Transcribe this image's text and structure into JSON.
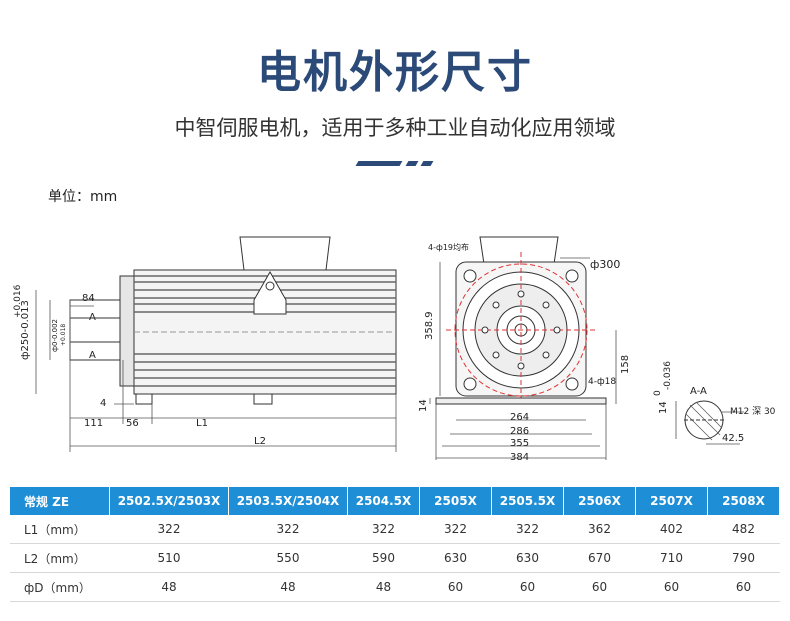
{
  "header": {
    "title": "电机外形尺寸",
    "subtitle": "中智伺服电机，适用于多种工业自动化应用领域",
    "unit": "单位：mm",
    "accent": "#2b4a78"
  },
  "drawing": {
    "side": {
      "dia_top": "+0.016",
      "dia_main": "ф250-0.013",
      "dia_small": "ф0-0.002",
      "dia_small2": "+0.018",
      "d84": "84",
      "secA_top": "A",
      "secA_bot": "A",
      "d4": "4",
      "d111": "111",
      "d56": "56",
      "l1": "L1",
      "l2": "L2"
    },
    "front": {
      "holes": "4-ф19均布",
      "pcd": "ф300",
      "height": "358.9",
      "h158": "158",
      "h14": "14",
      "small_holes": "4-ф18",
      "w264": "264",
      "w286": "286",
      "w355": "355",
      "w384": "384"
    },
    "section": {
      "label": "A-A",
      "thread": "M12 深 30",
      "d14": "14",
      "tol_a": "0",
      "tol_b": "-0.036",
      "w425": "42.5"
    }
  },
  "spec_table": {
    "header_color": "#1e8fd6",
    "columns": [
      "常规 ZE",
      "2502.5X/2503X",
      "2503.5X/2504X",
      "2504.5X",
      "2505X",
      "2505.5X",
      "2506X",
      "2507X",
      "2508X"
    ],
    "rows": [
      {
        "label": "L1（mm）",
        "values": [
          "322",
          "322",
          "322",
          "322",
          "322",
          "362",
          "402",
          "482"
        ]
      },
      {
        "label": "L2（mm）",
        "values": [
          "510",
          "550",
          "590",
          "630",
          "630",
          "670",
          "710",
          "790"
        ]
      },
      {
        "label": "фD（mm）",
        "values": [
          "48",
          "48",
          "48",
          "60",
          "60",
          "60",
          "60",
          "60"
        ]
      }
    ]
  }
}
